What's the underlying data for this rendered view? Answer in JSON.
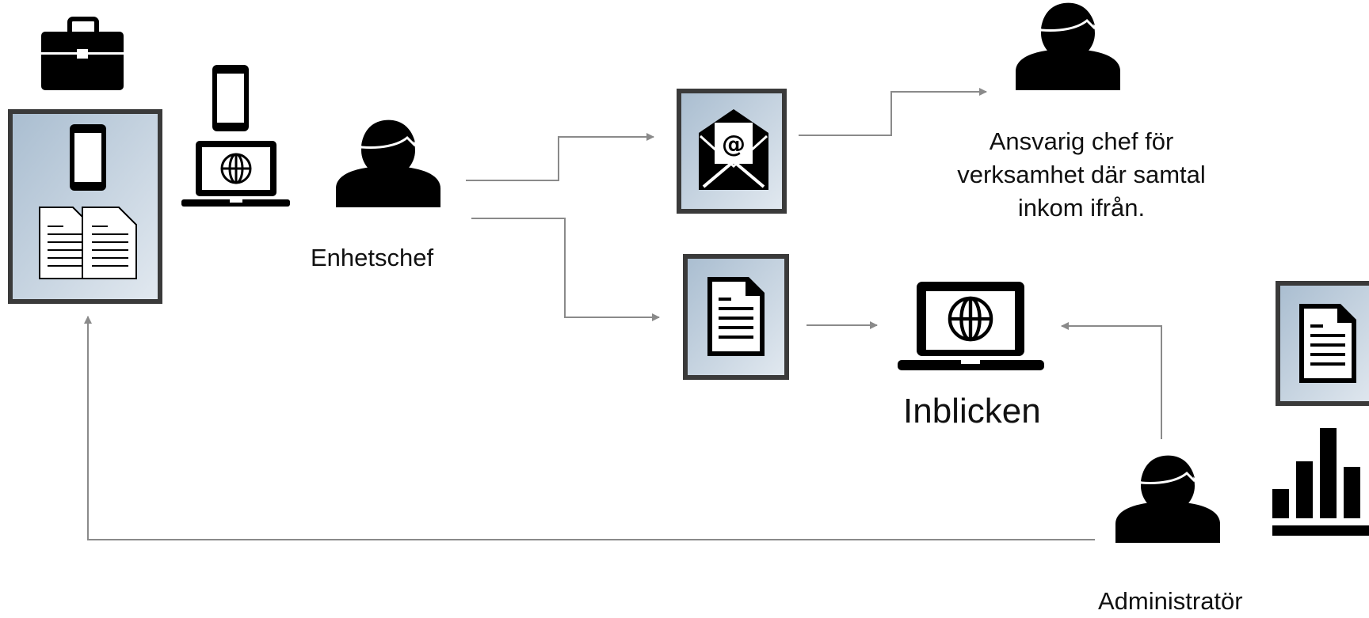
{
  "diagram": {
    "nodes": {
      "enhetschef": {
        "label": "Enhetschef",
        "icon": "person-icon"
      },
      "ansvarig_chef": {
        "label": "Ansvarig chef för verksamhet där samtal inkom ifrån.",
        "icon": "person-icon"
      },
      "inblicken": {
        "label": "Inblicken",
        "icon": "laptop-globe-icon"
      },
      "administrator": {
        "label": "Administratör",
        "icon": "person-icon"
      },
      "email": {
        "icon": "email-at-icon"
      },
      "document": {
        "icon": "document-icon"
      },
      "devices": {
        "icons": [
          "briefcase-icon",
          "phone-icon",
          "documents-icon",
          "laptop-globe-icon"
        ]
      },
      "report": {
        "icons": [
          "document-icon",
          "bar-chart-icon"
        ]
      }
    },
    "edges": [
      {
        "from": "enhetschef",
        "to": "email"
      },
      {
        "from": "email",
        "to": "ansvarig_chef"
      },
      {
        "from": "enhetschef",
        "to": "document"
      },
      {
        "from": "document",
        "to": "inblicken"
      },
      {
        "from": "administrator",
        "to": "inblicken"
      },
      {
        "from": "administrator",
        "to": "devices"
      }
    ],
    "colors": {
      "panel_gradient_start": "#a9bdd0",
      "panel_gradient_end": "#e2e9f0",
      "panel_border": "#3a3a3a",
      "arrow": "#8a8a8a",
      "icon": "#000000"
    }
  }
}
